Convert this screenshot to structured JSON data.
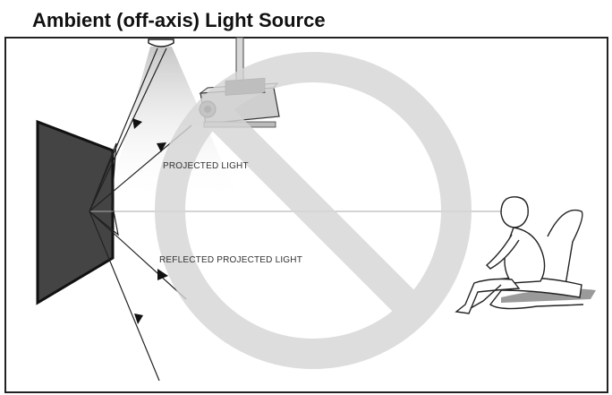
{
  "title": "Ambient (off-axis) Light Source",
  "labels": {
    "projected_light": "PROJECTED LIGHT",
    "reflected_projected_light": "REFLECTED PROJECTED LIGHT"
  },
  "icons": {
    "prohibition": "no-symbol-icon",
    "projector": "projector-icon",
    "ceiling_lamp": "ceiling-light-icon",
    "screen": "projection-screen",
    "viewer": "seated-viewer"
  },
  "colors": {
    "prohibition": "#d6d6d6",
    "screen": "#444444"
  }
}
